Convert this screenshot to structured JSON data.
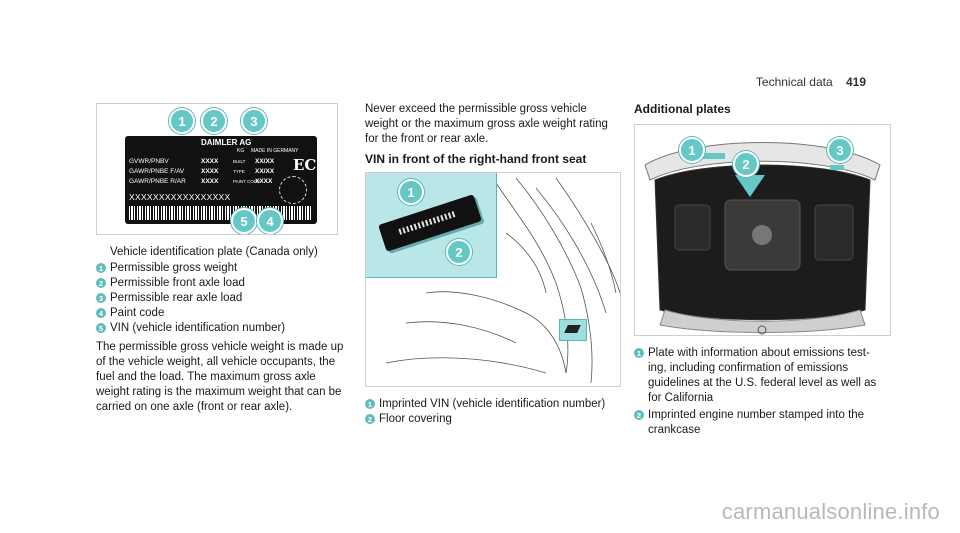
{
  "header": {
    "section": "Technical data",
    "page": "419"
  },
  "label_plate": {
    "brand": "DAIMLER AG",
    "made_in": "MADE IN GERMANY",
    "kg": "KG",
    "rows": [
      {
        "label": "GVWR/PNBV",
        "value": "XXXX",
        "right_label": "BUILT",
        "right_value": "XX/XX"
      },
      {
        "label": "GAWR/PNBE F/AV",
        "value": "XXXX",
        "right_label": "TYPE",
        "right_value": "XX/XX"
      },
      {
        "label": "GAWR/PNBE R/AR",
        "value": "XXXX",
        "right_label": "PAINT CODE",
        "right_value": "XXXX"
      }
    ],
    "vin": "XXXXXXXXXXXXXXXXX",
    "emblem": "EC",
    "callouts": [
      "1",
      "2",
      "3",
      "4",
      "5"
    ]
  },
  "col1": {
    "caption": "Vehicle identification plate (Canada only)",
    "items": [
      {
        "n": "1",
        "text": "Permissible gross weight"
      },
      {
        "n": "2",
        "text": "Permissible front axle load"
      },
      {
        "n": "3",
        "text": "Permissible rear axle load"
      },
      {
        "n": "4",
        "text": "Paint code"
      },
      {
        "n": "5",
        "text": "VIN (vehicle identification number)"
      }
    ],
    "paragraph_lines": [
      "The permissible gross vehicle weight is made up",
      "of the vehicle weight, all vehicle occupants, the",
      "fuel and the load. The maximum gross axle",
      "weight rating is the maximum weight that can be",
      "carried on one axle (front or rear axle)."
    ]
  },
  "col2": {
    "intro_lines": [
      "Never exceed the permissible gross vehicle",
      "weight or the maximum gross axle weight rating",
      "for the front or rear axle."
    ],
    "heading": "VIN in front of the right-hand front seat",
    "callouts": [
      "1",
      "2"
    ],
    "items": [
      {
        "n": "1",
        "text": "Imprinted VIN (vehicle identification number)"
      },
      {
        "n": "2",
        "text": "Floor covering"
      }
    ]
  },
  "col3": {
    "heading": "Additional plates",
    "callouts": [
      "1",
      "2",
      "3"
    ],
    "items": [
      {
        "n": "1",
        "lines": [
          "Plate with information about emissions test-",
          "ing, including confirmation of emissions",
          "guidelines at the U.S. federal level as well as",
          "for California"
        ]
      },
      {
        "n": "2",
        "lines": [
          "Imprinted engine number stamped into the",
          "crankcase"
        ]
      }
    ]
  },
  "watermark": "carmanualsonline.info",
  "colors": {
    "accent": "#66c7c7",
    "dark": "#111111"
  }
}
